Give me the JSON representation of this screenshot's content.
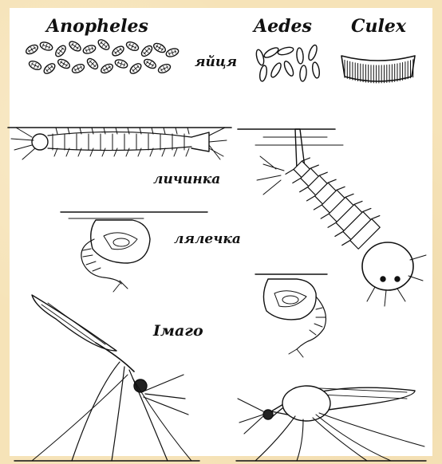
{
  "genera": {
    "anopheles": "Anopheles",
    "aedes": "Aedes",
    "culex": "Culex"
  },
  "stages": {
    "eggs": "яйця",
    "larva": "личинка",
    "pupa": "лялечка",
    "imago": "Імаго"
  },
  "colors": {
    "background": "#f6e3b8",
    "panel": "#ffffff",
    "ink": "#111111"
  }
}
